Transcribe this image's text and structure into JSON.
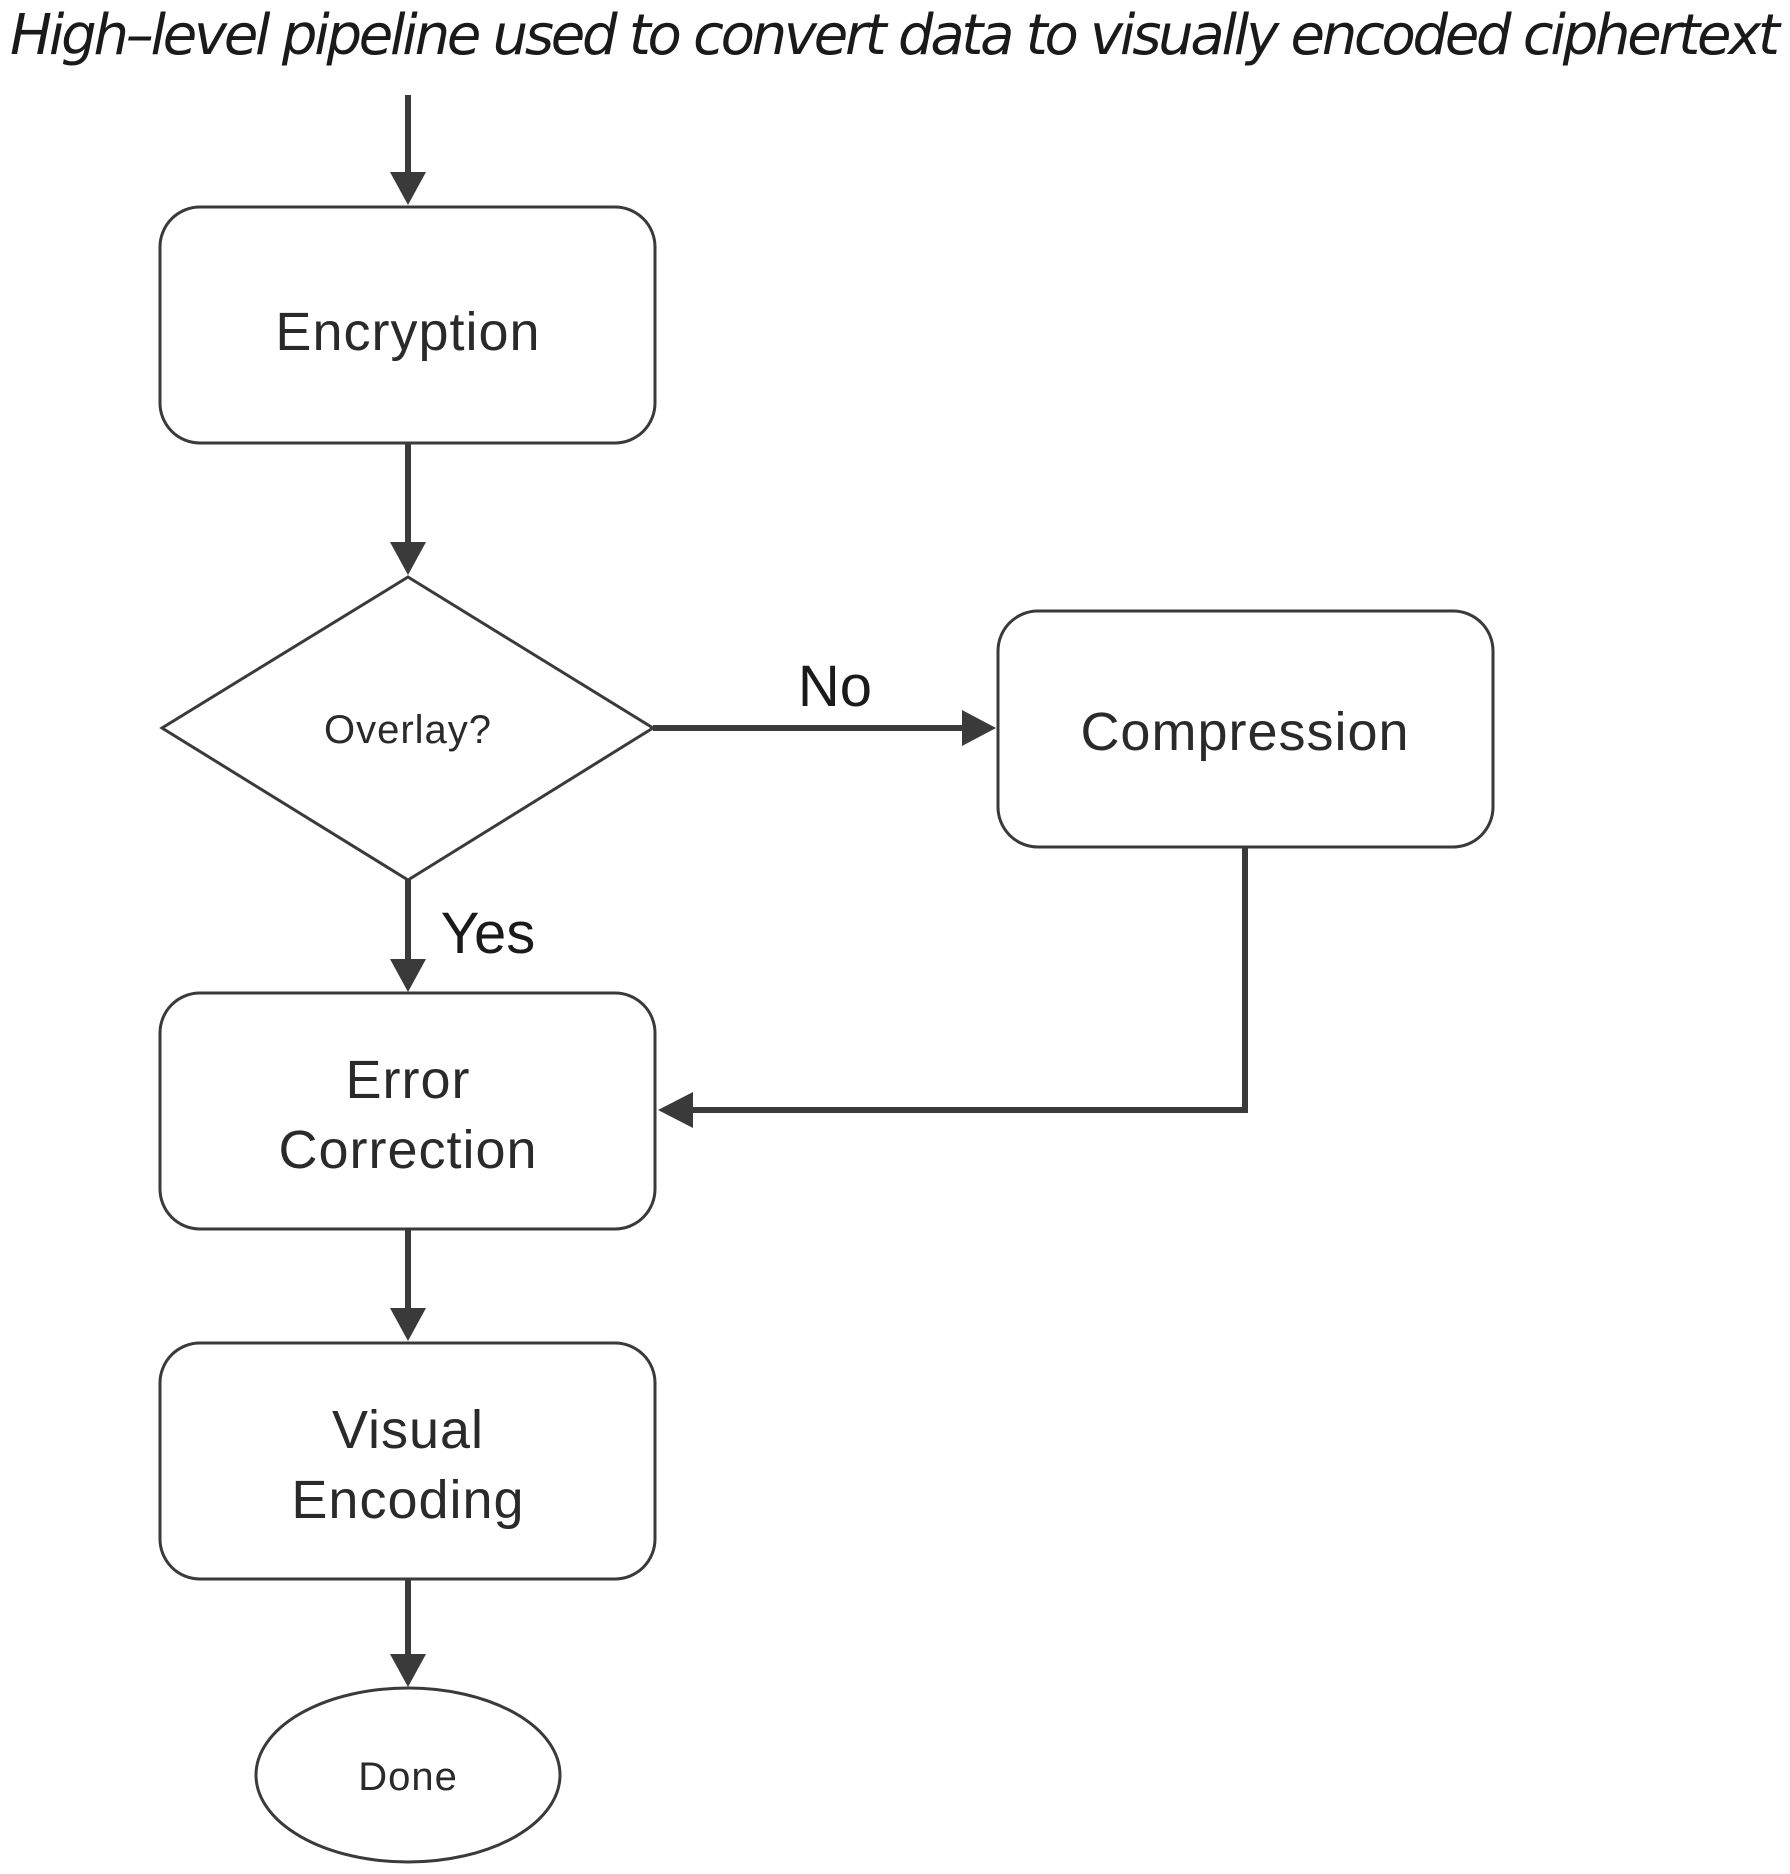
{
  "title": "High–level pipeline used to convert data to visually encoded ciphertext",
  "nodes": {
    "encryption": "Encryption",
    "overlay": "Overlay?",
    "compression": "Compression",
    "error_correction": [
      "Error",
      "Correction"
    ],
    "visual_encoding": [
      "Visual",
      "Encoding"
    ],
    "done": "Done"
  },
  "edges": {
    "no": "No",
    "yes": "Yes"
  }
}
